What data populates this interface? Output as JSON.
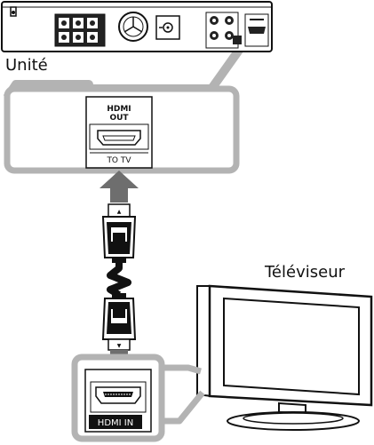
{
  "labels": {
    "unit": "Unité",
    "tv": "Téléviseur"
  },
  "hdmi_out_panel": {
    "title_line1": "HDMI",
    "title_line2": "OUT",
    "port_caption": "TO TV"
  },
  "hdmi_in_panel": {
    "port_caption": "HDMI IN"
  },
  "colors": {
    "callout_outline": "#b3b3b3",
    "arrow_fill": "#6e6e6e",
    "line": "#111111",
    "panel_fill": "#ffffff"
  }
}
